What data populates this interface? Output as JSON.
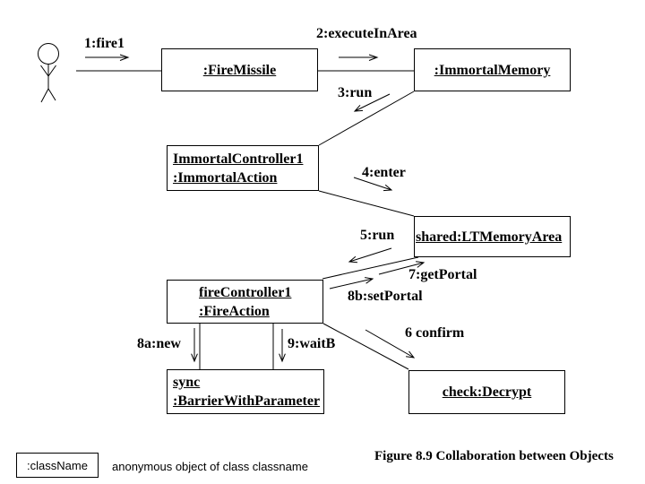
{
  "nodes": {
    "fire_missile": {
      "line1": ":FireMissile"
    },
    "immortal_memory": {
      "line1": ":ImmortalMemory"
    },
    "immortal_controller": {
      "line1": "ImmortalController1",
      "line2": ":ImmortalAction"
    },
    "shared_memory": {
      "line1": "shared:LTMemoryArea"
    },
    "fire_controller": {
      "line1": "fireController1",
      "line2": ":FireAction"
    },
    "sync_barrier": {
      "line1": "sync",
      "line2": ":BarrierWithParameter"
    },
    "check_decrypt": {
      "line1": "check:Decrypt"
    }
  },
  "messages": {
    "m1": "1:fire1",
    "m2": "2:executeInArea",
    "m3": "3:run",
    "m4": "4:enter",
    "m5": "5:run",
    "m6": "6 confirm",
    "m7": "7:getPortal",
    "m8a": "8a:new",
    "m8b": "8b:setPortal",
    "m9": "9:waitB"
  },
  "legend": {
    "object_label": ":className",
    "description": "anonymous object of class classname"
  },
  "caption": "Figure 8.9 Collaboration between Objects",
  "colors": {
    "line": "#000000",
    "background": "#ffffff"
  }
}
